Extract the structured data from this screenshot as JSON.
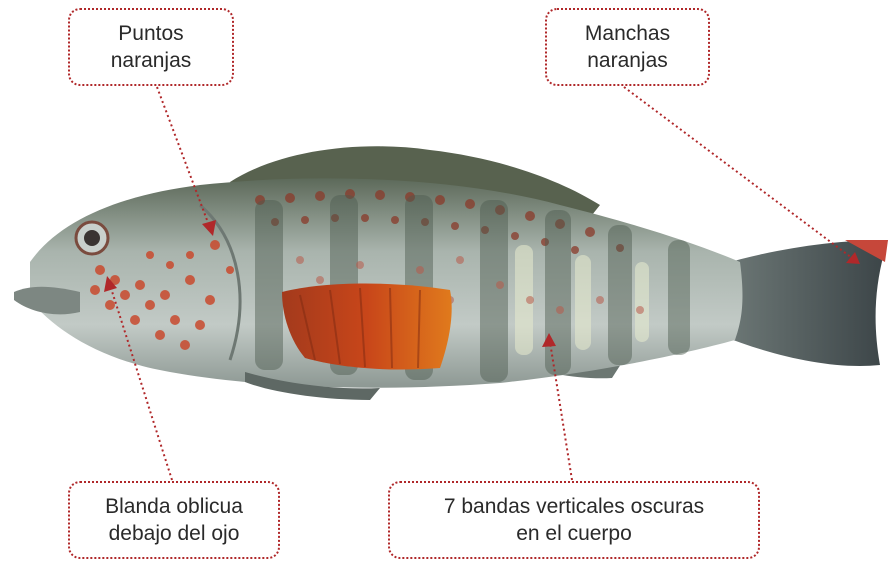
{
  "callouts": {
    "puntos": {
      "line1": "Puntos",
      "line2": "naranjas"
    },
    "manchas": {
      "line1": "Manchas",
      "line2": "naranjas"
    },
    "blanda": {
      "line1": "Blanda oblicua",
      "line2": "debajo del ojo"
    },
    "bandas": {
      "line1": "7 bandas verticales oscuras",
      "line2": "en el cuerpo"
    }
  },
  "colors": {
    "callout_border": "#b0282a",
    "leader_line": "#b0282a",
    "text": "#2a2a2a",
    "fish_body": "#9aa8a3",
    "fin_orange": "#d0521a"
  },
  "icons": {
    "fish": "fish-illustration"
  }
}
